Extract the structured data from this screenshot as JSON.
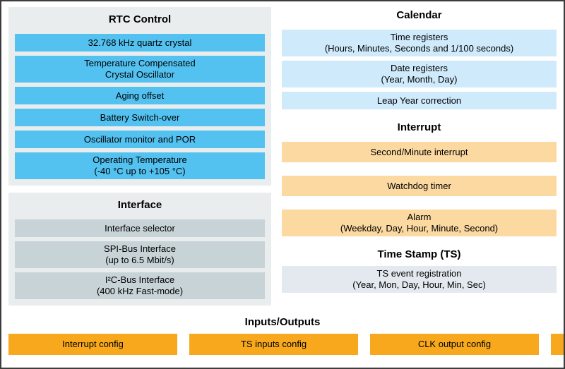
{
  "sections": {
    "rtc_control": {
      "title": "RTC Control",
      "items": [
        "32.768 kHz quartz crystal",
        "Temperature Compensated\nCrystal Oscillator",
        "Aging offset",
        "Battery Switch-over",
        "Oscillator monitor and POR",
        "Operating Temperature\n(-40 °C up to +105 °C)"
      ]
    },
    "interface": {
      "title": "Interface",
      "items": [
        "Interface selector",
        "SPI-Bus Interface\n(up to 6.5 Mbit/s)",
        "I²C-Bus Interface\n(400 kHz Fast-mode)"
      ]
    },
    "calendar": {
      "title": "Calendar",
      "items": [
        "Time registers\n(Hours, Minutes, Seconds and 1/100 seconds)",
        "Date registers\n(Year, Month, Day)",
        "Leap Year correction"
      ]
    },
    "interrupt": {
      "title": "Interrupt",
      "items": [
        "Second/Minute interrupt",
        "Watchdog timer",
        "Alarm\n(Weekday, Day, Hour, Minute, Second)"
      ]
    },
    "time_stamp": {
      "title": "Time Stamp (TS)",
      "items": [
        "TS event registration\n(Year, Mon, Day, Hour, Min, Sec)"
      ]
    },
    "inputs_outputs": {
      "title": "Inputs/Outputs",
      "items": [
        "Interrupt config",
        "TS inputs config",
        "CLK output config"
      ]
    }
  },
  "colors": {
    "rtc_box": "#54c2f0",
    "interface_box": "#c8d3d7",
    "calendar_box": "#cfeafb",
    "interrupt_box": "#fbd9a0",
    "time_stamp_box": "#e3e9ee",
    "io_box": "#f7a81c",
    "panel_bg": "#e9edee"
  }
}
